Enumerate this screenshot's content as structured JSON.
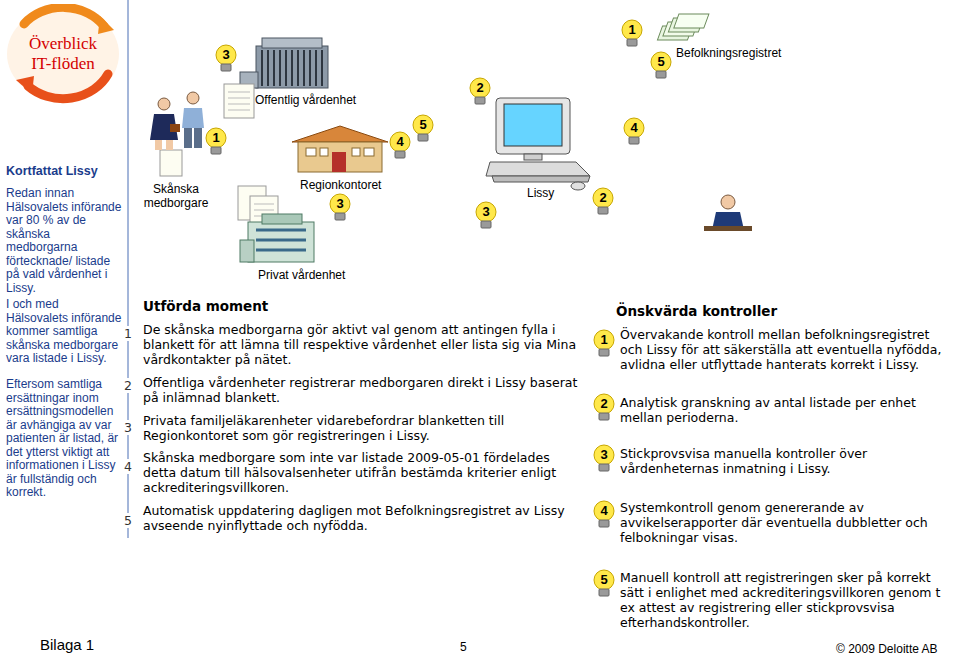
{
  "diagram": {
    "nodes": [
      {
        "text": [
          "Överblick IT-flöden"
        ]
      }
    ],
    "labels": [
      "1",
      "5",
      "Befolkningsregistret",
      "3",
      "Offentlig vårdenhet",
      "2",
      "1",
      "4",
      "5",
      "4",
      "Skånska medborgare",
      "Regionkontoret",
      "3",
      "Lissy",
      "2",
      "3",
      "Privat vårdenhet",
      "Kortfattat Lissy",
      "Redan innan Hälsovalets införande var 80 % av de skånska medborgarna förtecknade/ listade på vald vårdenhet i Lissy.",
      "I och med Hälsovalets införande kommer samtliga skånska medborgare vara listade i Lissy.",
      "Eftersom samtliga ersättningar inom ersättningsmodellen är avhängiga av var patienten är listad, är det ytterst viktigt att informationen i Lissy är fullständig och korrekt.",
      "Utförda moment",
      "1",
      "De skånska medborgarna gör aktivt val genom att antingen fylla i blankett för att lämna till respektive vårdenhet eller lista sig via Mina vårdkontakter på nätet.",
      "2",
      "Offentliga vårdenheter registrerar medborgaren direkt i Lissy baserat på inlämnad blankett.",
      "3",
      "Privata familjeläkarenheter vidarebefordrar blanketten till Regionkontoret som gör registreringen i Lissy.",
      "4",
      "Skånska medborgare som inte var listade 2009-05-01 fördelades detta datum till hälsovalsenheter utifrån bestämda kriterier enligt ackrediteringsvillkoren.",
      "5",
      "Automatisk uppdatering dagligen mot Befolkningsregistret av Lissy avseende nyinflyttade och nyfödda.",
      "Önskvärda kontroller",
      "1",
      "Övervakande kontroll mellan befolkningsregistret och Lissy för att säkerställa att eventuella nyfödda, avlidna eller utflyttade hanterats korrekt i Lissy.",
      "2",
      "Analytisk granskning av antal listade per enhet mellan perioderna.",
      "3",
      "Stickprovsvisa manuella kontroller över vårdenheternas inmatning i Lissy.",
      "4",
      "Systemkontroll genom genererande av avvikelserapporter där eventuella dubbletter och felbokningar visas.",
      "5",
      "Manuell kontroll att registreringen sker på korrekt sätt i enlighet med ackrediteringsvillkoren genom t ex attest av registrering eller stickprovsvisa efterhandskontroller.",
      "Bilaga 1",
      "5",
      "© 2009 Deloitte AB"
    ]
  }
}
